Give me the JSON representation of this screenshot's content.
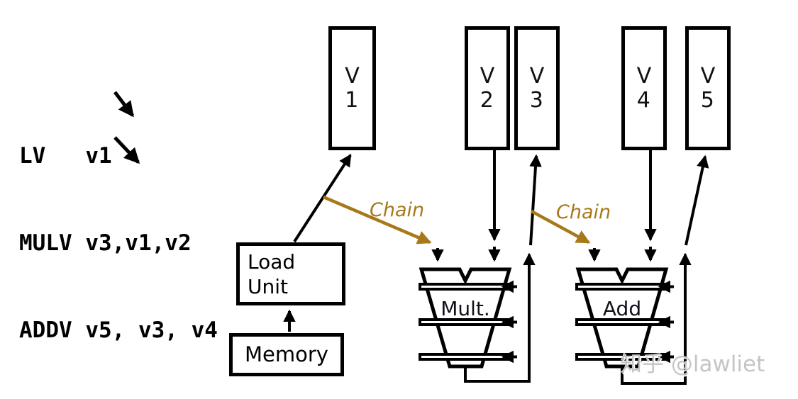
{
  "code": {
    "line1": "LV   v1",
    "line2": "MULV v3,v1,v2",
    "line3": "ADDV v5, v3, v4"
  },
  "registers": {
    "v1": "V\n1",
    "v2": "V\n2",
    "v3": "V\n3",
    "v4": "V\n4",
    "v5": "V\n5"
  },
  "units": {
    "load": "Load\nUnit",
    "memory": "Memory",
    "mult": "Mult.",
    "add": "Add"
  },
  "labels": {
    "chain1": "Chain",
    "chain2": "Chain"
  },
  "watermark": "知乎 @lawliet",
  "colors": {
    "line": "#000000",
    "chain": "#a7791b",
    "watermark": "#c5c5c5",
    "background": "#ffffff"
  }
}
